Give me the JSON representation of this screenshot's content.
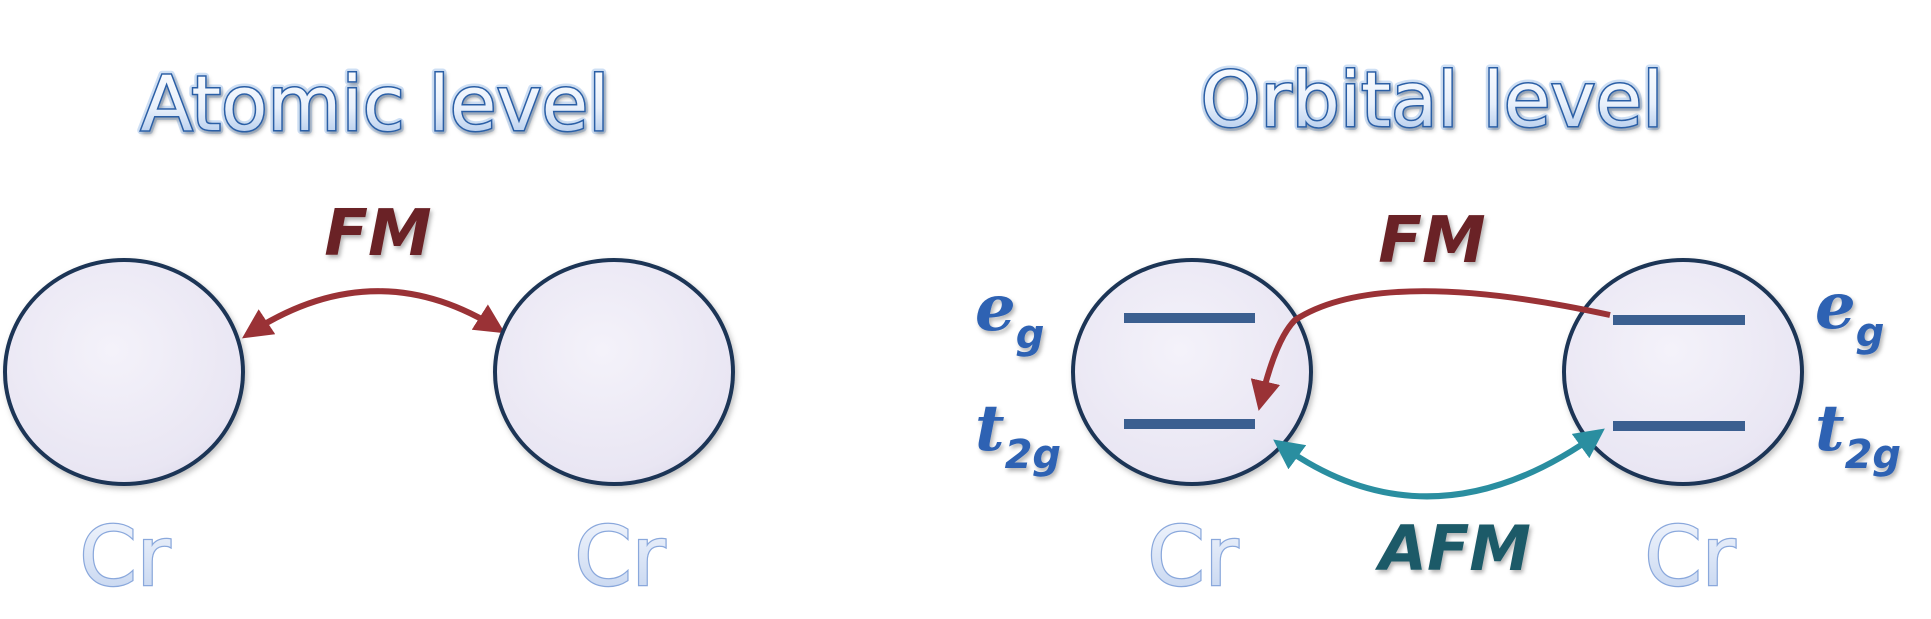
{
  "titles": {
    "atomic": "Atomic level",
    "orbital": "Orbital level"
  },
  "atoms": {
    "left_a": "Cr",
    "left_b": "Cr",
    "right_a": "Cr",
    "right_b": "Cr"
  },
  "couplings": {
    "atomic_fm": "FM",
    "orbital_fm": "FM",
    "orbital_afm": "AFM"
  },
  "orbitals": {
    "left_eg_main": "e",
    "left_eg_sub": "g",
    "left_t2g_main": "t",
    "left_t2g_sub": "2g",
    "right_eg_main": "e",
    "right_eg_sub": "g",
    "right_t2g_main": "t",
    "right_t2g_sub": "2g"
  },
  "colors": {
    "atom_fill": "#eceaf5",
    "atom_stroke": "#1e3556",
    "level_line": "#3b5f90",
    "fm_arrow": "#9a3236",
    "afm_arrow": "#2a8ea0",
    "title_blue": "#2c5fa6"
  }
}
